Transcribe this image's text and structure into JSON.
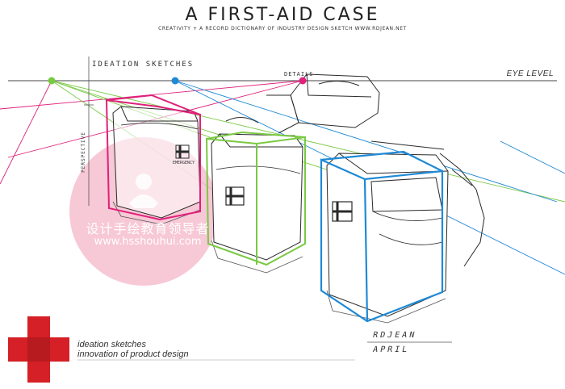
{
  "header": {
    "title": "A FIRST-AID CASE",
    "subtitle": "CREATIVITY + A RECORD DICTIONARY  OF INDUSTRY DESIGN SKETCH  WWW.RDJEAN.NET"
  },
  "annotations": {
    "ideation_label": "IDEATION  SKETCHES",
    "details_label": "DETAILS",
    "eye_level": "EYE LEVEL",
    "perspective_label": "PERSPECTIVE",
    "case_badge": "EMERGENCY"
  },
  "watermark": {
    "chinese_text": "设计手绘教育领导者",
    "url": "www.hsshouhui.com"
  },
  "signature": {
    "name": "RDJEAN",
    "month": "APRIL"
  },
  "footer": {
    "line1": "ideation sketches",
    "line2": "innovation of product design"
  },
  "colors": {
    "magenta": "#e0207a",
    "green": "#7ac943",
    "blue": "#1e8ad6",
    "red_cross": "#d42026",
    "watermark_pink": "#f4b5c8",
    "ink": "#2a2a2a"
  },
  "icons": [
    "red-cross-logo-icon",
    "first-aid-cross-icon"
  ]
}
